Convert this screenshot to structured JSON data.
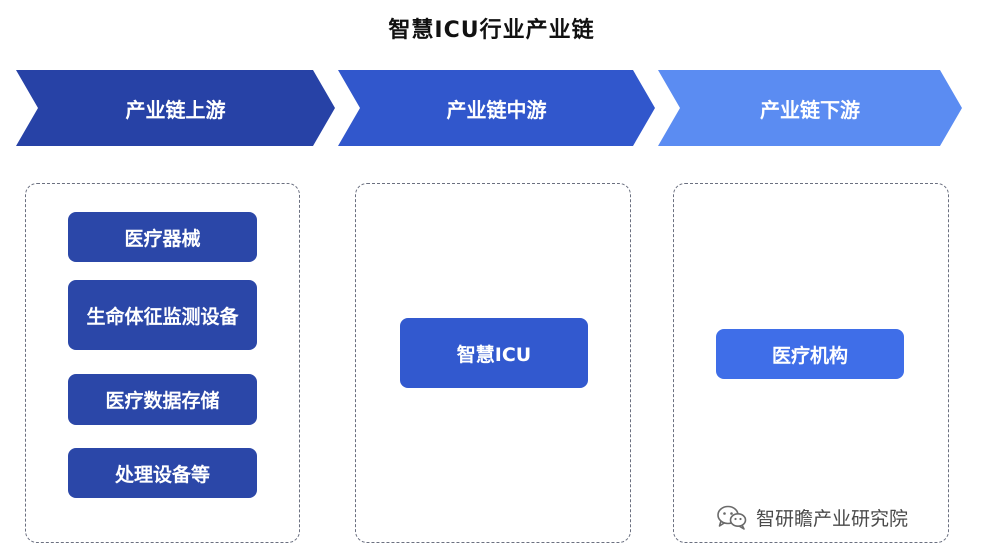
{
  "title": "智慧ICU行业产业链",
  "stages": [
    {
      "label": "产业链上游",
      "color": "#2742a6"
    },
    {
      "label": "产业链中游",
      "color": "#3157cc"
    },
    {
      "label": "产业链下游",
      "color": "#5b8cf2"
    }
  ],
  "upstream": {
    "items": [
      "医疗器械",
      "生命体征监测设备",
      "医疗数据存储",
      "处理设备等"
    ]
  },
  "midstream": {
    "items": [
      "智慧ICU"
    ]
  },
  "downstream": {
    "items": [
      "医疗机构"
    ]
  },
  "watermark": {
    "text": "智研瞻产业研究院",
    "icon": "wechat-icon"
  }
}
